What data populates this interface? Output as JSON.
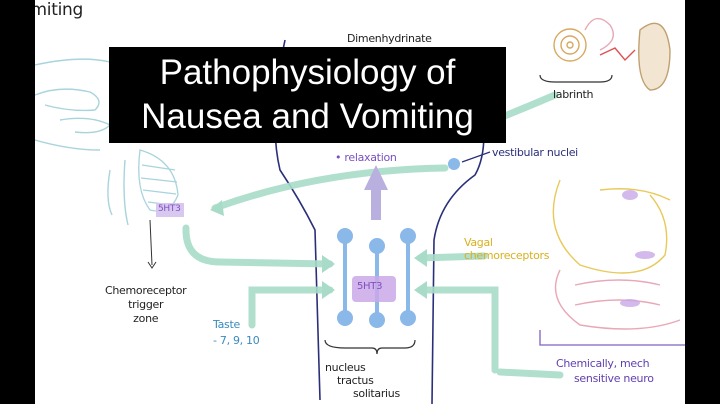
{
  "video": {
    "title_line1": "Pathophysiology of",
    "title_line2": "Nausea and Vomiting"
  },
  "diagram": {
    "corner_heading": "/Vomiting",
    "drug_label": "Dimenhydrinate",
    "inner_ear_label": "labrinth",
    "relaxation_label": "• relaxation",
    "vestibular_label": "vestibular nuclei",
    "ctz_receptor": "5HT3",
    "nts_receptor": "5HT3",
    "ctz_label_1": "Chemoreceptor",
    "ctz_label_2": "trigger",
    "ctz_label_3": "zone",
    "taste_label": "Taste",
    "taste_nerves": "- 7, 9, 10",
    "vagal_label_1": "Vagal",
    "vagal_label_2": "chemoreceptors",
    "nts_label_1": "nucleus",
    "nts_label_2": "tractus",
    "nts_label_3": "solitarius",
    "gut_label_1": "Chemically, mech",
    "gut_label_2": "sensitive neuro"
  },
  "colors": {
    "arrow_teal": "#a8dcc8",
    "neuron_blue": "#8ab8e8",
    "brainstem_navy": "#2a2f7a",
    "receptor_purple": "#c9a8e8",
    "gut_yellow": "#e8c95a",
    "gut_pink": "#e8a8b8"
  }
}
